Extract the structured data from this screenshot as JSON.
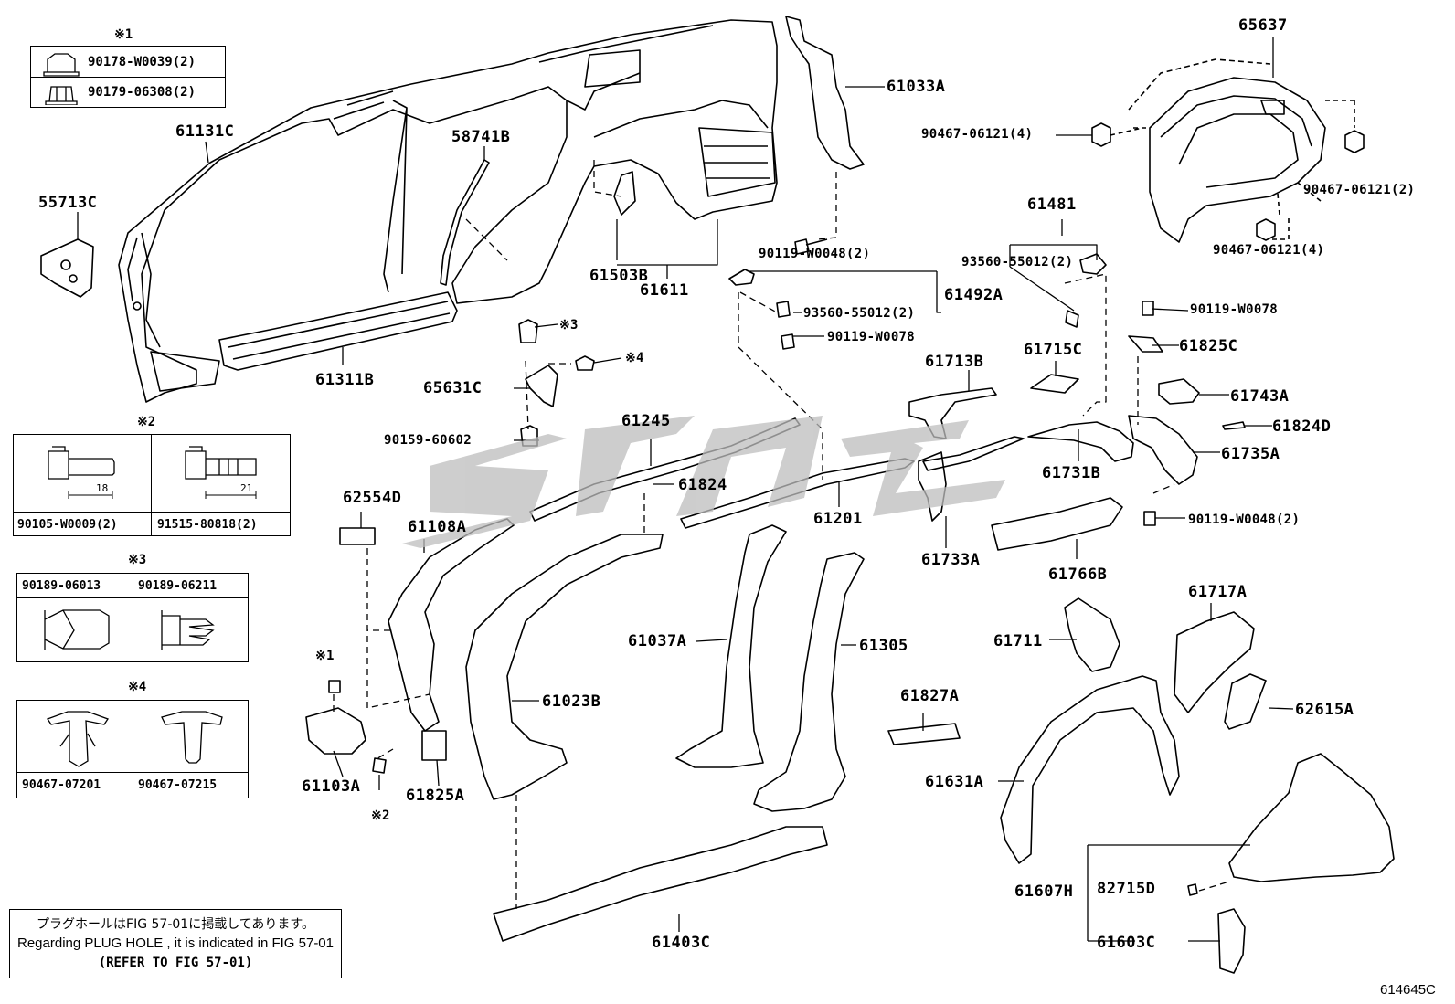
{
  "diagram_code": "614645C",
  "legends": {
    "l1": {
      "mark": "※1",
      "rows": [
        "90178-W0039(2)",
        "90179-06308(2)"
      ]
    },
    "l2": {
      "mark": "※2",
      "left_part": "90105-W0009(2)",
      "right_part": "91515-80818(2)",
      "left_dim": "18",
      "right_dim": "21"
    },
    "l3": {
      "mark": "※3",
      "left_part": "90189-06013",
      "right_part": "90189-06211"
    },
    "l4": {
      "mark": "※4",
      "left_part": "90467-07201",
      "right_part": "90467-07215"
    }
  },
  "note": {
    "jp": "プラグホールはFIG 57-01に掲載してあります。",
    "en": "Regarding  PLUG HOLE , it is indicated in FIG  57-01",
    "ref": "(REFER TO FIG 57-01)"
  },
  "labels": {
    "p61131C": "61131C",
    "p55713C": "55713C",
    "p61311B": "61311B",
    "p58741B": "58741B",
    "p61503B": "61503B",
    "p61611": "61611",
    "p61033A": "61033A",
    "p90119W0048a": "90119-W0048(2)",
    "p65637": "65637",
    "p90467_06121_4a": "90467-06121(4)",
    "p90467_06121_2": "90467-06121(2)",
    "p90467_06121_4b": "90467-06121(4)",
    "p61481": "61481",
    "p93560_55012a": "93560-55012(2)",
    "p61492A": "61492A",
    "p93560_55012b": "93560-55012(2)",
    "p90119W0078a": "90119-W0078",
    "p90119W0078b": "90119-W0078",
    "pmark3": "※3",
    "pmark4": "※4",
    "p65631C": "65631C",
    "p90159_60602": "90159-60602",
    "p61245": "61245",
    "p61824": "61824",
    "p61201": "61201",
    "p61713B": "61713B",
    "p61715C": "61715C",
    "p61825C": "61825C",
    "p61743A": "61743A",
    "p61824D": "61824D",
    "p61735A": "61735A",
    "p61731B": "61731B",
    "p61733A": "61733A",
    "p61766B": "61766B",
    "p90119W0048b": "90119-W0048(2)",
    "p62554D": "62554D",
    "p61108A": "61108A",
    "p61037A": "61037A",
    "p61305": "61305",
    "p61023B": "61023B",
    "pmark1": "※1",
    "p61103A": "61103A",
    "pmark2": "※2",
    "p61825A": "61825A",
    "p61827A": "61827A",
    "p61717A": "61717A",
    "p61711": "61711",
    "p62615A": "62615A",
    "p61631A": "61631A",
    "p61607H": "61607H",
    "p82715D": "82715D",
    "p61603C": "61603C",
    "p61403C": "61403C"
  }
}
